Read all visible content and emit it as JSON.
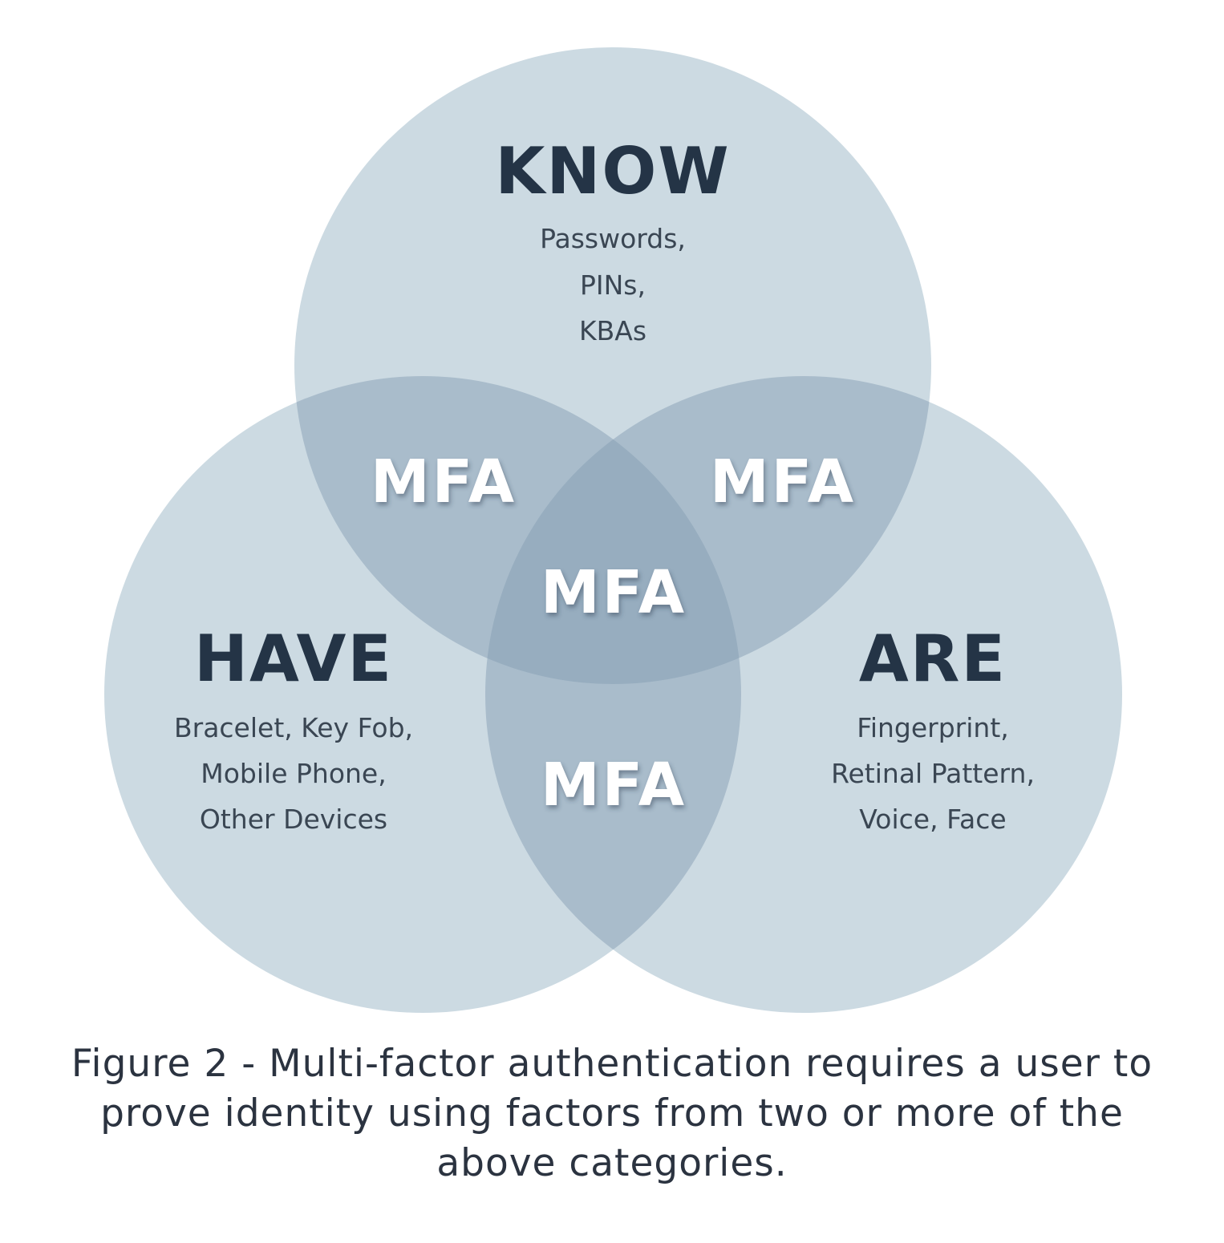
{
  "colors": {
    "circle_fill": "#ccdae2",
    "overlap_fill": "#a9bccb",
    "center_fill": "#97adbf",
    "title_text": "#243446",
    "item_text": "#3a4653",
    "mfa_text": "#ffffff"
  },
  "sets": {
    "know": {
      "title": "KNOW",
      "items": [
        "Passwords,",
        "PINs,",
        "KBAs"
      ]
    },
    "have": {
      "title": "HAVE",
      "items": [
        "Bracelet, Key Fob,",
        "Mobile Phone,",
        "Other Devices"
      ]
    },
    "are": {
      "title": "ARE",
      "items": [
        "Fingerprint,",
        "Retinal Pattern,",
        "Voice, Face"
      ]
    }
  },
  "overlaps": {
    "know_have": "MFA",
    "know_are": "MFA",
    "have_are": "MFA",
    "all": "MFA"
  },
  "caption": "Figure 2 - Multi-factor authentication requires a user to prove identity using factors from two or more of the above categories."
}
